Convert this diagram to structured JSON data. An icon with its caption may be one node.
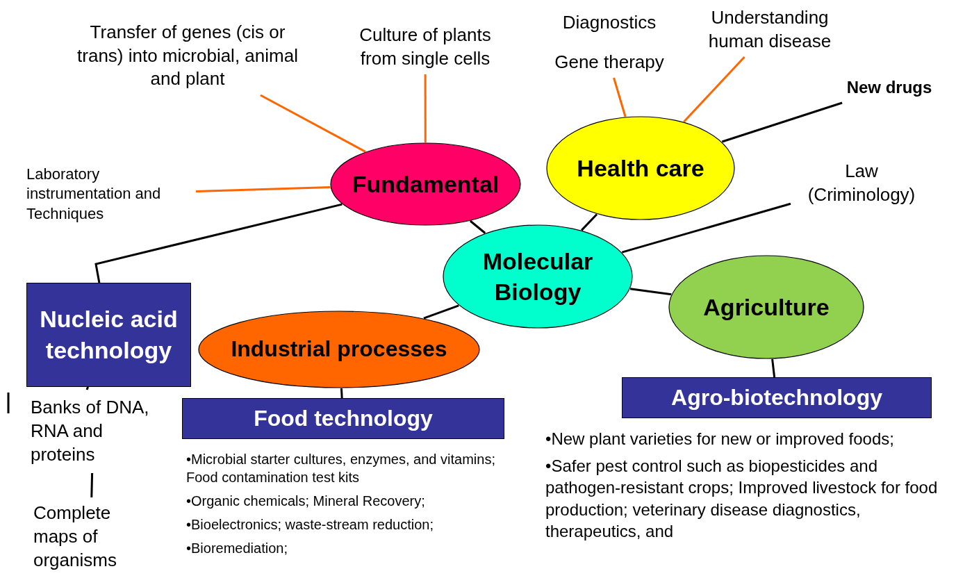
{
  "diagram": {
    "nodes": [
      {
        "text": [
          "Transfer of genes (cis or trans) into microbial, animal and plant"
        ]
      },
      {
        "text": [
          "Culture of plants from single cells"
        ]
      },
      {
        "text": [
          "Gene therapy"
        ]
      },
      {
        "text": [
          "Understanding human disease"
        ]
      },
      {
        "text": [
          "Laboratory instrumentation and Techniques"
        ]
      },
      {
        "text": [
          "Fundamental"
        ]
      },
      {
        "text": [
          "Health care"
        ]
      },
      {
        "text": [
          "New drugs"
        ]
      },
      {
        "text": [
          "Law (Criminology)"
        ]
      },
      {
        "text": [
          "Molecular Biology"
        ]
      },
      {
        "text": [
          "Agriculture"
        ]
      },
      {
        "text": [
          "Nucleic acid technology"
        ]
      },
      {
        "text": [
          "Industrial processes"
        ]
      },
      {
        "text": [
          "Agro-biotechnology"
        ],
        "beside": [
          "•New plant varieties for new or improved foods;",
          "•Safer pest control such as biopesticides and pathogen-resistant crops; Improved livestock for food production; veterinary disease diagnostics, therapeutics, and"
        ]
      },
      {
        "text": [
          "Food technology"
        ],
        "beside": [
          "•Microbial starter cultures, enzymes, and vitamins; Food contamination test kits",
          "•Organic chemicals; Mineral Recovery;",
          "•Bioelectronics; waste-stream reduction;",
          "•Bioremediation;"
        ]
      },
      {
        "text": [
          "Banks of DNA, RNA and proteins"
        ]
      },
      {
        "text": [
          "Complete maps of organisms"
        ]
      }
    ],
    "edges": [
      {
        "from": 0,
        "to": 5,
        "arrow": "none",
        "color": "#ff6600"
      },
      {
        "from": 1,
        "to": 5,
        "arrow": "none",
        "color": "#ff6600"
      },
      {
        "from": 4,
        "to": 5,
        "arrow": "none",
        "color": "#ff6600"
      },
      {
        "from": 2,
        "to": 6,
        "arrow": "none",
        "color": "#ff6600"
      },
      {
        "from": 3,
        "to": 6,
        "arrow": "none",
        "color": "#ff6600"
      },
      {
        "from": 6,
        "to": 7,
        "arrow": "none"
      },
      {
        "from": 5,
        "to": 9,
        "arrow": "none"
      },
      {
        "from": 6,
        "to": 9,
        "arrow": "none"
      },
      {
        "from": 9,
        "to": 8,
        "arrow": "none"
      },
      {
        "from": 9,
        "to": 10,
        "arrow": "none"
      },
      {
        "from": 9,
        "to": 12,
        "arrow": "none"
      },
      {
        "from": 5,
        "to": 11,
        "arrow": "none"
      },
      {
        "from": 11,
        "to": 15,
        "arrow": "none"
      },
      {
        "from": 15,
        "to": 16,
        "arrow": "none"
      },
      {
        "from": 10,
        "to": 13,
        "arrow": "none"
      },
      {
        "from": 12,
        "to": 14,
        "arrow": "none"
      }
    ],
    "labels": [
      "Diagnostics"
    ]
  }
}
